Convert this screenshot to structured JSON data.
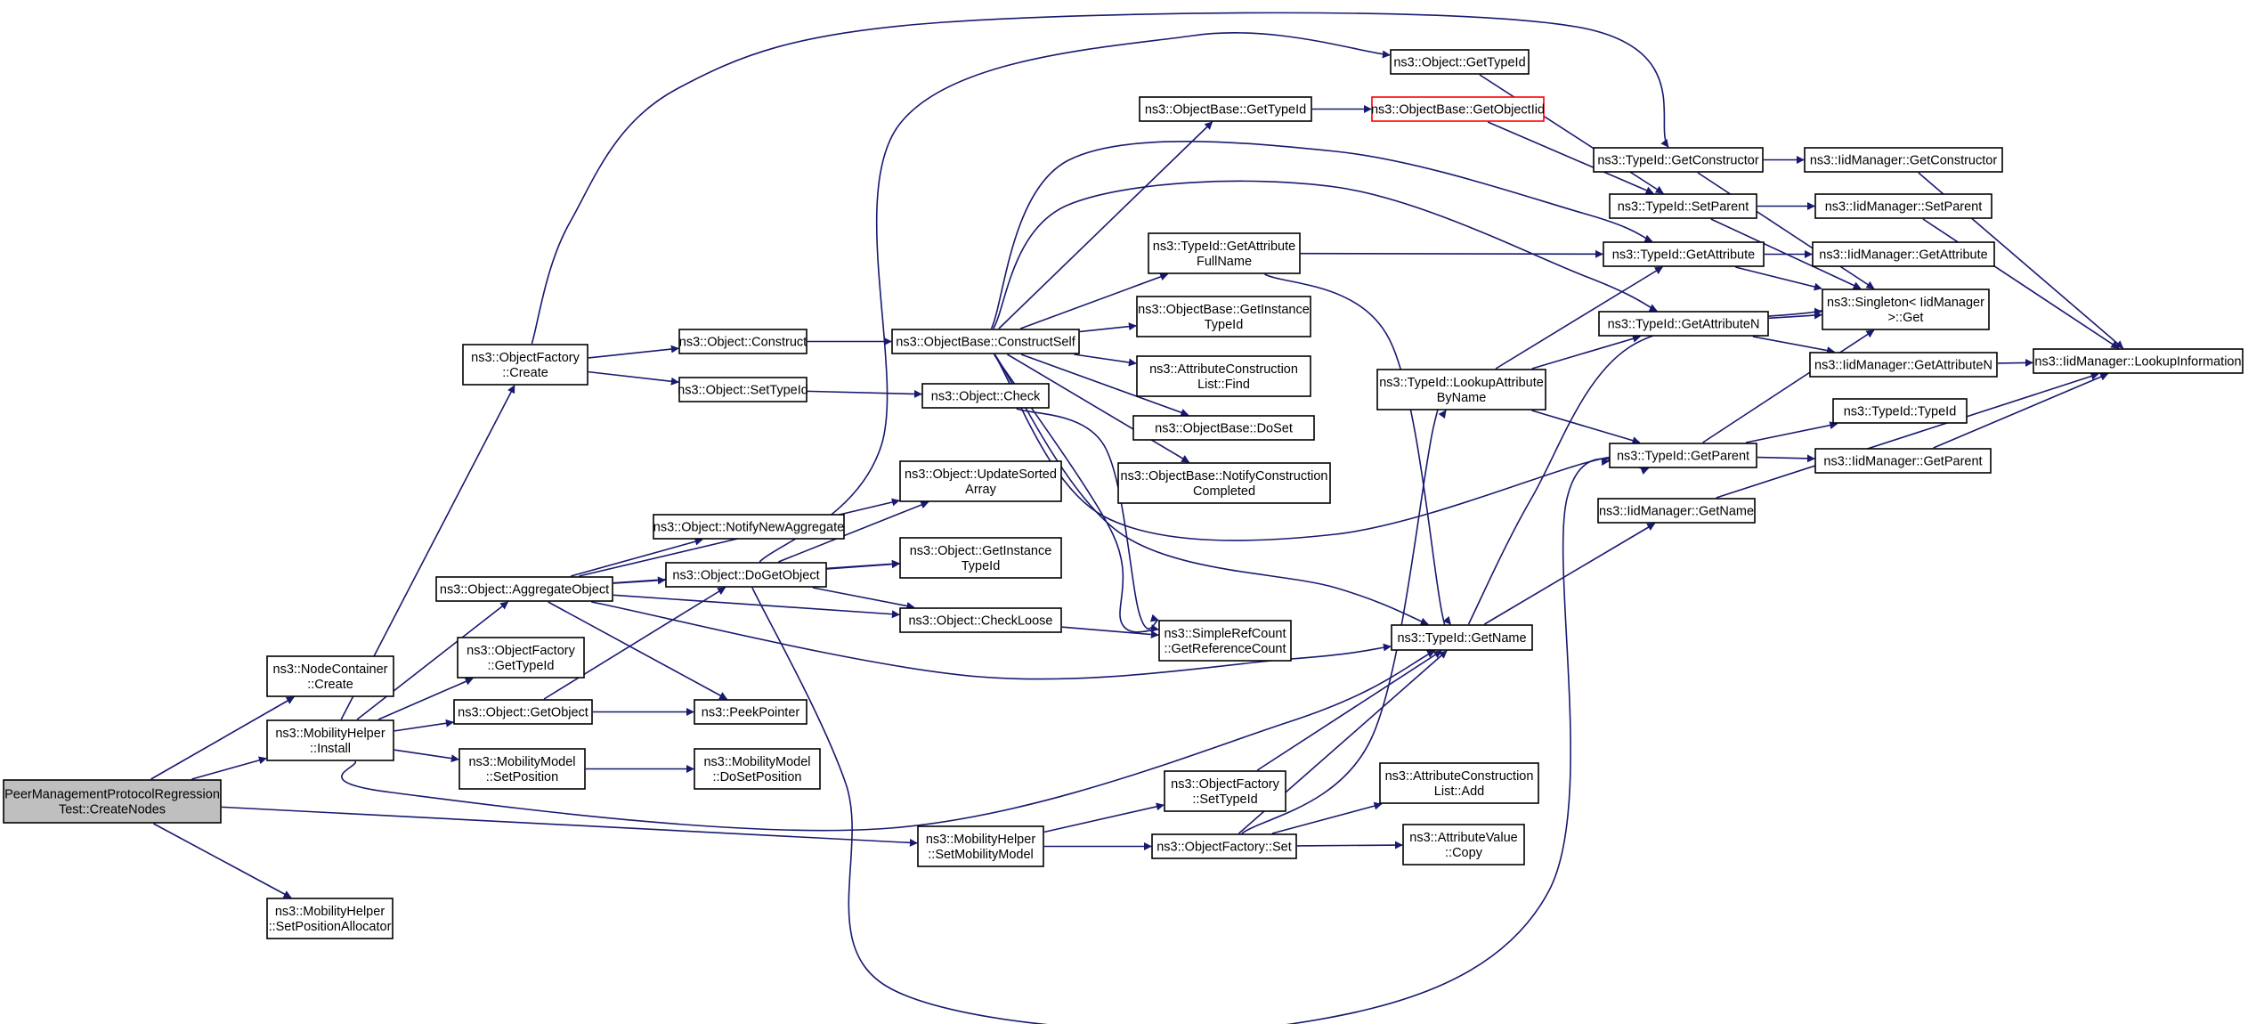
{
  "colors": {
    "edge": "#191970",
    "root_fill": "#bfbfbf",
    "highlight_border": "#ff0000"
  },
  "nodes": [
    {
      "id": "root",
      "lines": [
        "PeerManagementProtocolRegression",
        "Test::CreateNodes"
      ],
      "style": "root"
    },
    {
      "id": "nc_create",
      "lines": [
        "ns3::NodeContainer",
        "::Create"
      ]
    },
    {
      "id": "mh_install",
      "lines": [
        "ns3::MobilityHelper",
        "::Install"
      ]
    },
    {
      "id": "mh_setmob",
      "lines": [
        "ns3::MobilityHelper",
        "::SetMobilityModel"
      ]
    },
    {
      "id": "mh_setpos",
      "lines": [
        "ns3::MobilityHelper",
        "::SetPositionAllocator"
      ]
    },
    {
      "id": "of_create",
      "lines": [
        "ns3::ObjectFactory",
        "::Create"
      ]
    },
    {
      "id": "obj_aggr",
      "lines": [
        "ns3::Object::AggregateObject"
      ]
    },
    {
      "id": "of_gettid",
      "lines": [
        "ns3::ObjectFactory",
        "::GetTypeId"
      ]
    },
    {
      "id": "obj_getobj",
      "lines": [
        "ns3::Object::GetObject"
      ]
    },
    {
      "id": "mm_setpos",
      "lines": [
        "ns3::MobilityModel",
        "::SetPosition"
      ]
    },
    {
      "id": "tid_getname",
      "lines": [
        "ns3::TypeId::GetName"
      ]
    },
    {
      "id": "obj_construct",
      "lines": [
        "ns3::Object::Construct"
      ]
    },
    {
      "id": "obj_settid",
      "lines": [
        "ns3::Object::SetTypeId"
      ]
    },
    {
      "id": "obj_notify",
      "lines": [
        "ns3::Object::NotifyNewAggregate"
      ]
    },
    {
      "id": "obj_dogetobj",
      "lines": [
        "ns3::Object::DoGetObject"
      ]
    },
    {
      "id": "peekptr",
      "lines": [
        "ns3::PeekPointer"
      ]
    },
    {
      "id": "mm_dosetpos",
      "lines": [
        "ns3::MobilityModel",
        "::DoSetPosition"
      ]
    },
    {
      "id": "obj_updsorted",
      "lines": [
        "ns3::Object::UpdateSorted",
        "Array"
      ]
    },
    {
      "id": "obj_getinst",
      "lines": [
        "ns3::Object::GetInstance",
        "TypeId"
      ]
    },
    {
      "id": "obj_checkloose",
      "lines": [
        "ns3::Object::CheckLoose"
      ]
    },
    {
      "id": "ob_constructself",
      "lines": [
        "ns3::ObjectBase::ConstructSelf"
      ]
    },
    {
      "id": "obj_check",
      "lines": [
        "ns3::Object::Check"
      ]
    },
    {
      "id": "srf_getref",
      "lines": [
        "ns3::SimpleRefCount",
        "::GetReferenceCount"
      ]
    },
    {
      "id": "of_settid",
      "lines": [
        "ns3::ObjectFactory",
        "::SetTypeId"
      ]
    },
    {
      "id": "of_set",
      "lines": [
        "ns3::ObjectFactory::Set"
      ]
    },
    {
      "id": "obj_gettid",
      "lines": [
        "ns3::Object::GetTypeId"
      ]
    },
    {
      "id": "ob_gettid",
      "lines": [
        "ns3::ObjectBase::GetTypeId"
      ]
    },
    {
      "id": "tid_getattrfull",
      "lines": [
        "ns3::TypeId::GetAttribute",
        "FullName"
      ]
    },
    {
      "id": "ob_getinst",
      "lines": [
        "ns3::ObjectBase::GetInstance",
        "TypeId"
      ]
    },
    {
      "id": "acl_find",
      "lines": [
        "ns3::AttributeConstruction",
        "List::Find"
      ]
    },
    {
      "id": "ob_doset",
      "lines": [
        "ns3::ObjectBase::DoSet"
      ]
    },
    {
      "id": "ob_notifyconst",
      "lines": [
        "ns3::ObjectBase::NotifyConstruction",
        "Completed"
      ]
    },
    {
      "id": "acl_add",
      "lines": [
        "ns3::AttributeConstruction",
        "List::Add"
      ]
    },
    {
      "id": "av_copy",
      "lines": [
        "ns3::AttributeValue",
        "::Copy"
      ]
    },
    {
      "id": "ob_getobjiid",
      "lines": [
        "ns3::ObjectBase::GetObjectIid"
      ],
      "style": "highlight"
    },
    {
      "id": "tid_lookupattr",
      "lines": [
        "ns3::TypeId::LookupAttribute",
        "ByName"
      ]
    },
    {
      "id": "tid_getctor",
      "lines": [
        "ns3::TypeId::GetConstructor"
      ]
    },
    {
      "id": "tid_setparent",
      "lines": [
        "ns3::TypeId::SetParent"
      ]
    },
    {
      "id": "tid_getattr",
      "lines": [
        "ns3::TypeId::GetAttribute"
      ]
    },
    {
      "id": "tid_getattrn",
      "lines": [
        "ns3::TypeId::GetAttributeN"
      ]
    },
    {
      "id": "tid_getparent",
      "lines": [
        "ns3::TypeId::GetParent"
      ]
    },
    {
      "id": "iid_getname",
      "lines": [
        "ns3::IidManager::GetName"
      ]
    },
    {
      "id": "iid_getctor",
      "lines": [
        "ns3::IidManager::GetConstructor"
      ]
    },
    {
      "id": "iid_setparent",
      "lines": [
        "ns3::IidManager::SetParent"
      ]
    },
    {
      "id": "iid_getattr",
      "lines": [
        "ns3::IidManager::GetAttribute"
      ]
    },
    {
      "id": "singleton_get",
      "lines": [
        "ns3::Singleton< IidManager",
        "  >::Get"
      ]
    },
    {
      "id": "iid_getattrn",
      "lines": [
        "ns3::IidManager::GetAttributeN"
      ]
    },
    {
      "id": "tid_typeid",
      "lines": [
        "ns3::TypeId::TypeId"
      ]
    },
    {
      "id": "iid_getparent",
      "lines": [
        "ns3::IidManager::GetParent"
      ]
    },
    {
      "id": "iid_lookup",
      "lines": [
        "ns3::IidManager::LookupInformation"
      ]
    }
  ],
  "edges": [
    [
      "root",
      "nc_create"
    ],
    [
      "root",
      "mh_install"
    ],
    [
      "root",
      "mh_setmob"
    ],
    [
      "root",
      "mh_setpos"
    ],
    [
      "mh_install",
      "of_create"
    ],
    [
      "mh_install",
      "obj_aggr"
    ],
    [
      "mh_install",
      "of_gettid"
    ],
    [
      "mh_install",
      "obj_getobj"
    ],
    [
      "mh_install",
      "mm_setpos"
    ],
    [
      "mh_install",
      "tid_getname"
    ],
    [
      "of_create",
      "obj_construct"
    ],
    [
      "of_create",
      "obj_settid"
    ],
    [
      "of_create",
      "tid_getctor"
    ],
    [
      "obj_aggr",
      "obj_updsorted"
    ],
    [
      "obj_aggr",
      "obj_notify"
    ],
    [
      "obj_aggr",
      "obj_getinst"
    ],
    [
      "obj_aggr",
      "obj_dogetobj"
    ],
    [
      "obj_aggr",
      "obj_checkloose"
    ],
    [
      "obj_aggr",
      "tid_getname"
    ],
    [
      "obj_aggr",
      "peekptr"
    ],
    [
      "obj_getobj",
      "obj_dogetobj"
    ],
    [
      "obj_getobj",
      "peekptr"
    ],
    [
      "mm_setpos",
      "mm_dosetpos"
    ],
    [
      "obj_construct",
      "ob_constructself"
    ],
    [
      "obj_settid",
      "obj_check"
    ],
    [
      "obj_check",
      "srf_getref"
    ],
    [
      "obj_dogetobj",
      "obj_gettid"
    ],
    [
      "obj_dogetobj",
      "obj_updsorted"
    ],
    [
      "obj_dogetobj",
      "obj_getinst"
    ],
    [
      "obj_dogetobj",
      "obj_checkloose"
    ],
    [
      "obj_dogetobj",
      "tid_getparent"
    ],
    [
      "obj_checkloose",
      "srf_getref"
    ],
    [
      "ob_constructself",
      "ob_gettid"
    ],
    [
      "ob_constructself",
      "tid_getattrfull"
    ],
    [
      "ob_constructself",
      "ob_getinst"
    ],
    [
      "ob_constructself",
      "acl_find"
    ],
    [
      "ob_constructself",
      "ob_doset"
    ],
    [
      "ob_constructself",
      "ob_notifyconst"
    ],
    [
      "ob_constructself",
      "srf_getref"
    ],
    [
      "ob_constructself",
      "tid_getname"
    ],
    [
      "ob_constructself",
      "tid_getattr"
    ],
    [
      "ob_constructself",
      "tid_getattrn"
    ],
    [
      "ob_constructself",
      "tid_getparent"
    ],
    [
      "mh_setmob",
      "of_settid"
    ],
    [
      "mh_setmob",
      "of_set"
    ],
    [
      "of_settid",
      "tid_getname"
    ],
    [
      "of_set",
      "acl_add"
    ],
    [
      "of_set",
      "av_copy"
    ],
    [
      "of_set",
      "tid_lookupattr"
    ],
    [
      "of_set",
      "tid_getname"
    ],
    [
      "obj_gettid",
      "tid_setparent"
    ],
    [
      "ob_gettid",
      "ob_getobjiid"
    ],
    [
      "ob_getobjiid",
      "tid_setparent"
    ],
    [
      "tid_getattrfull",
      "tid_getattr"
    ],
    [
      "tid_getattrfull",
      "tid_getname"
    ],
    [
      "tid_lookupattr",
      "tid_getattr"
    ],
    [
      "tid_lookupattr",
      "tid_getattrn"
    ],
    [
      "tid_lookupattr",
      "tid_getparent"
    ],
    [
      "tid_getname",
      "iid_getname"
    ],
    [
      "tid_getname",
      "singleton_get"
    ],
    [
      "tid_getctor",
      "iid_getctor"
    ],
    [
      "tid_getctor",
      "singleton_get"
    ],
    [
      "tid_setparent",
      "iid_setparent"
    ],
    [
      "tid_setparent",
      "singleton_get"
    ],
    [
      "tid_getattr",
      "iid_getattr"
    ],
    [
      "tid_getattr",
      "singleton_get"
    ],
    [
      "tid_getattrn",
      "singleton_get"
    ],
    [
      "tid_getattrn",
      "iid_getattrn"
    ],
    [
      "tid_getparent",
      "singleton_get"
    ],
    [
      "tid_getparent",
      "tid_typeid"
    ],
    [
      "tid_getparent",
      "iid_getparent"
    ],
    [
      "iid_getname",
      "iid_lookup"
    ],
    [
      "iid_getctor",
      "iid_lookup"
    ],
    [
      "iid_setparent",
      "iid_lookup"
    ],
    [
      "iid_getattrn",
      "iid_lookup"
    ],
    [
      "iid_getparent",
      "iid_lookup"
    ]
  ]
}
